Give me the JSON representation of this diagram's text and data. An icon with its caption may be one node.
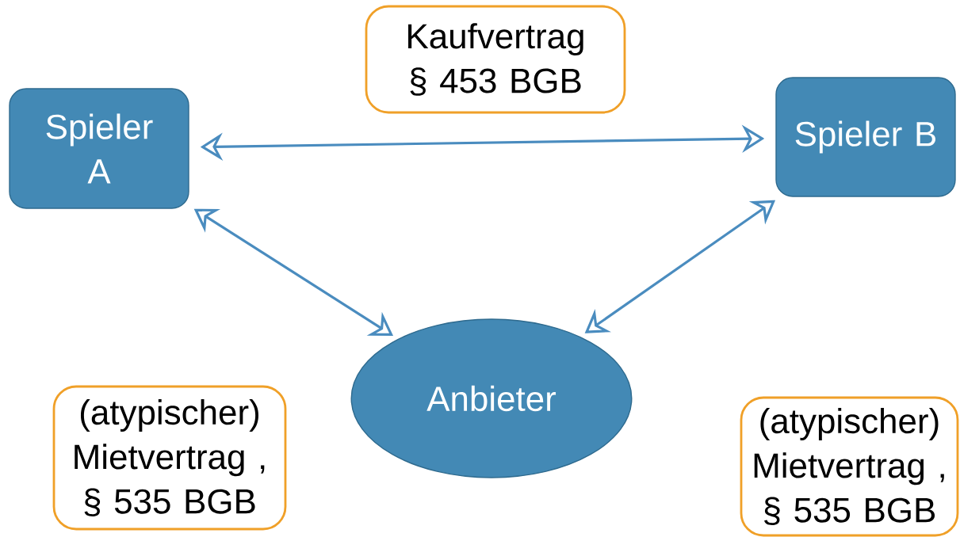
{
  "diagram": {
    "nodes": [
      {
        "text": [
          "Spieler A"
        ]
      },
      {
        "text": [
          "Kaufvertrag § 453 BGB"
        ]
      },
      {
        "text": [
          "Spieler B"
        ]
      },
      {
        "text": [
          "Anbieter"
        ]
      },
      {
        "text": [
          "(atypischer) Mietvertrag , § 535 BGB"
        ]
      },
      {
        "text": [
          "(atypischer) Mietvertrag , § 535 BGB"
        ]
      }
    ],
    "edges": [
      {
        "from": 0,
        "to": 2,
        "arrow": "both"
      },
      {
        "from": 0,
        "to": 3,
        "arrow": "both"
      },
      {
        "from": 3,
        "to": 2,
        "arrow": "both"
      }
    ]
  }
}
